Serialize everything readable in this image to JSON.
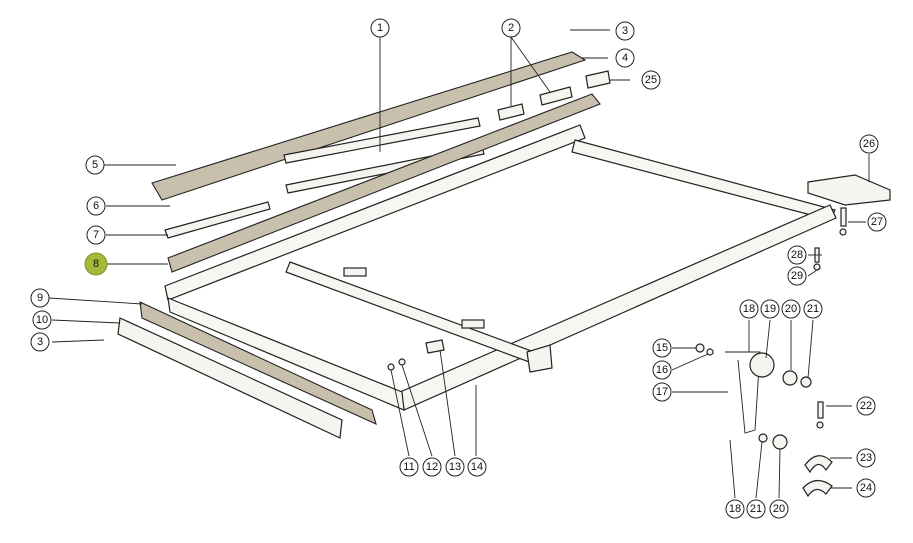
{
  "diagram": {
    "accent_color": "#a4b83a",
    "highlighted_callout": "8",
    "callouts": [
      {
        "id": "c1",
        "label": "1"
      },
      {
        "id": "c2",
        "label": "2"
      },
      {
        "id": "c3a",
        "label": "3"
      },
      {
        "id": "c3b",
        "label": "3"
      },
      {
        "id": "c4",
        "label": "4"
      },
      {
        "id": "c5",
        "label": "5"
      },
      {
        "id": "c6",
        "label": "6"
      },
      {
        "id": "c7",
        "label": "7"
      },
      {
        "id": "c8",
        "label": "8"
      },
      {
        "id": "c9",
        "label": "9"
      },
      {
        "id": "c10",
        "label": "10"
      },
      {
        "id": "c11",
        "label": "11"
      },
      {
        "id": "c12",
        "label": "12"
      },
      {
        "id": "c13",
        "label": "13"
      },
      {
        "id": "c14",
        "label": "14"
      },
      {
        "id": "c15",
        "label": "15"
      },
      {
        "id": "c16",
        "label": "16"
      },
      {
        "id": "c17",
        "label": "17"
      },
      {
        "id": "c18a",
        "label": "18"
      },
      {
        "id": "c18b",
        "label": "18"
      },
      {
        "id": "c19",
        "label": "19"
      },
      {
        "id": "c20a",
        "label": "20"
      },
      {
        "id": "c20b",
        "label": "20"
      },
      {
        "id": "c21a",
        "label": "21"
      },
      {
        "id": "c21b",
        "label": "21"
      },
      {
        "id": "c22",
        "label": "22"
      },
      {
        "id": "c23",
        "label": "23"
      },
      {
        "id": "c24",
        "label": "24"
      },
      {
        "id": "c25",
        "label": "25"
      },
      {
        "id": "c26",
        "label": "26"
      },
      {
        "id": "c27",
        "label": "27"
      },
      {
        "id": "c28",
        "label": "28"
      },
      {
        "id": "c29",
        "label": "29"
      }
    ]
  }
}
